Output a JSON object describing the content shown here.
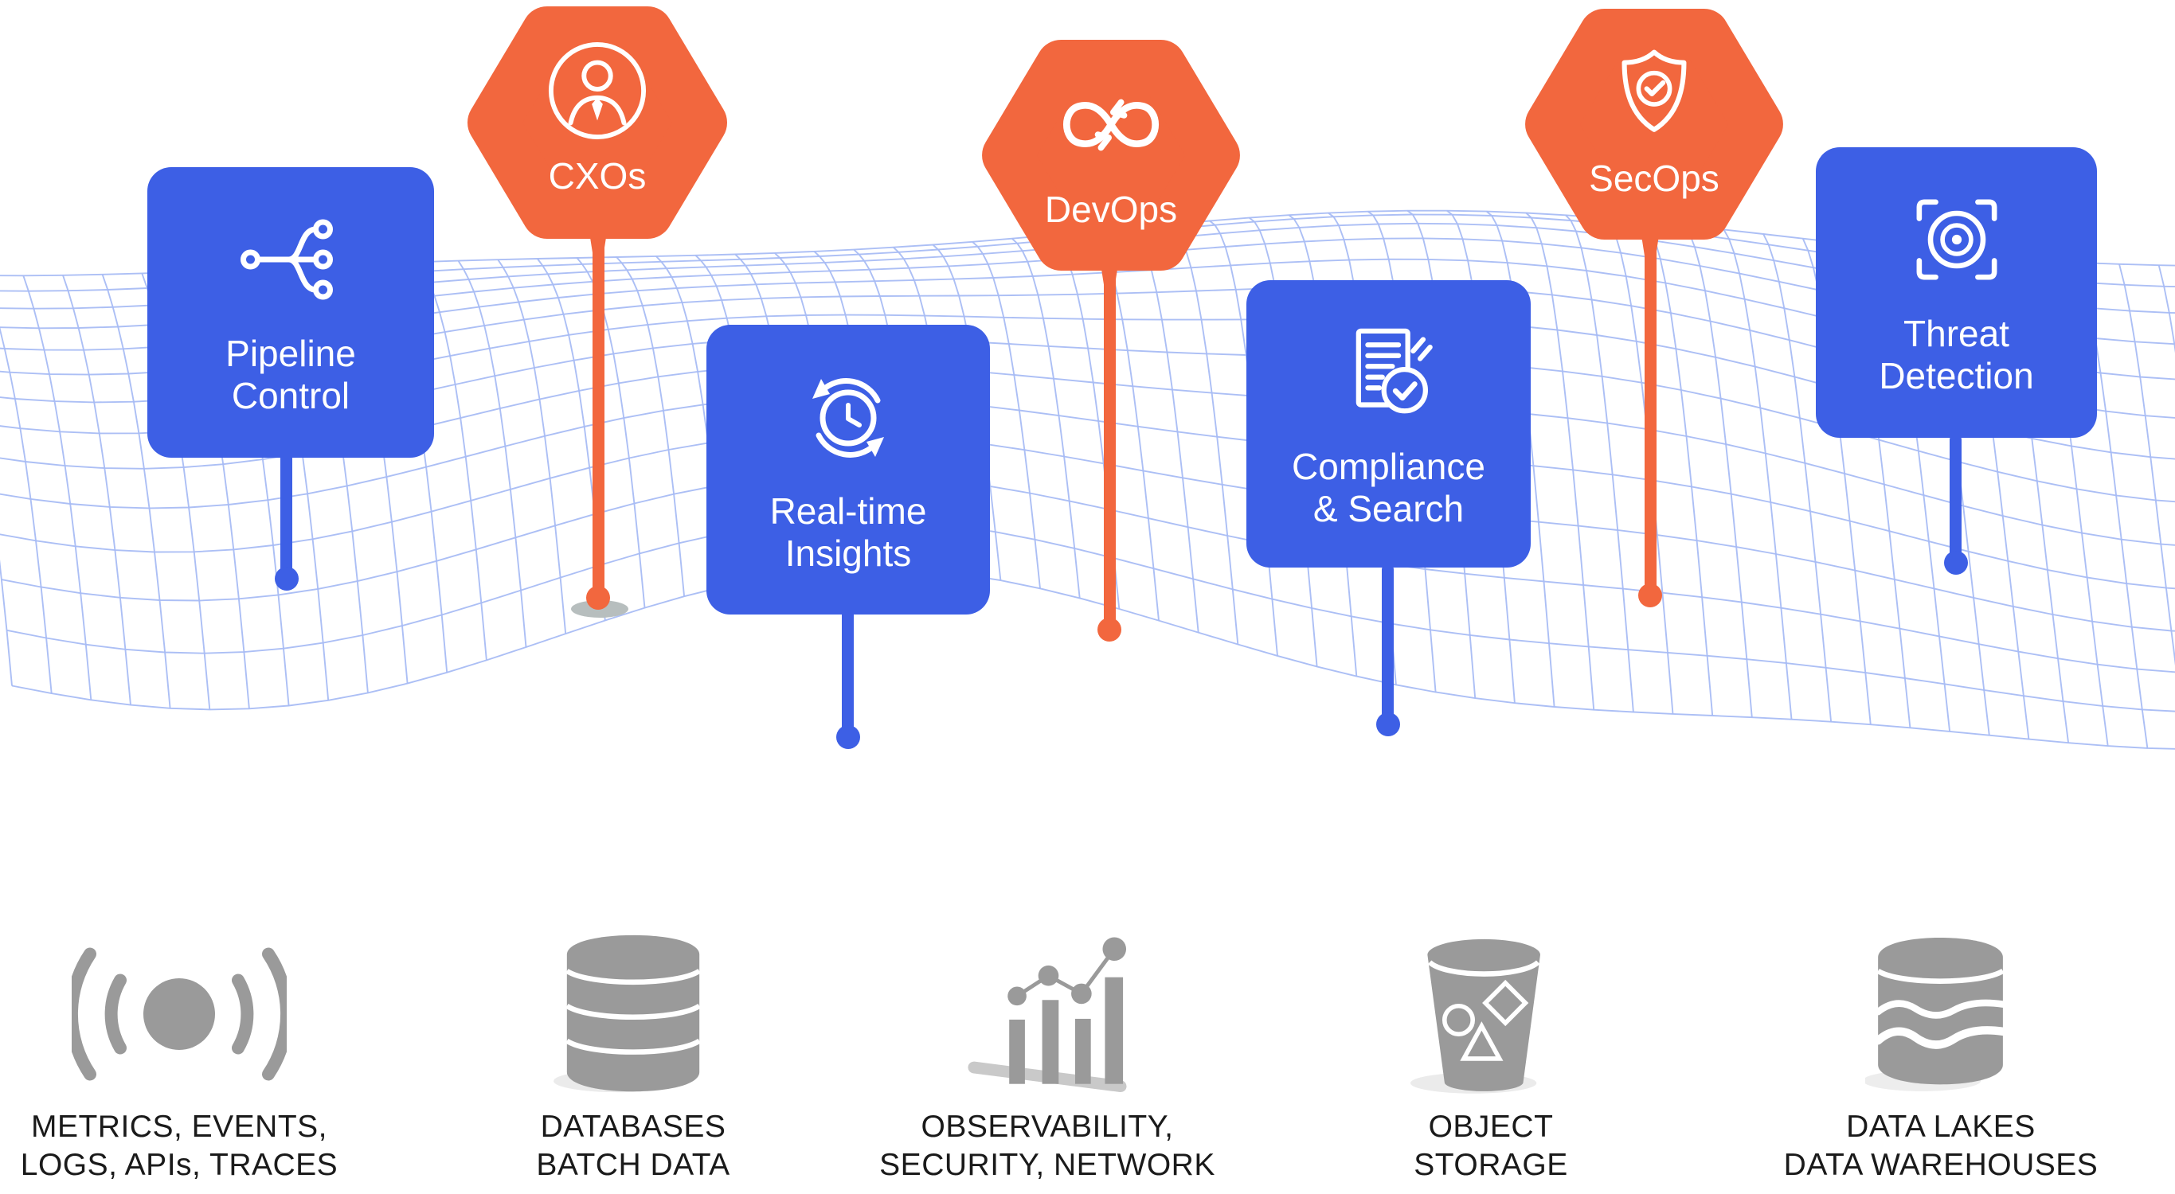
{
  "palette": {
    "blue": "#3D5FE5",
    "orange": "#F2673E",
    "mesh_line": "#A8BCF4",
    "icon_gray": "#9A9A9A",
    "label_text": "#1A1A1A",
    "card_text": "#FFFFFF"
  },
  "nodes": [
    {
      "type": "capability",
      "icon": "pipeline-branch-icon",
      "label_lines": [
        "Pipeline",
        "Control"
      ]
    },
    {
      "type": "persona",
      "icon": "executive-user-icon",
      "label": "CXOs"
    },
    {
      "type": "capability",
      "icon": "realtime-sync-clock-icon",
      "label_lines": [
        "Real-time",
        "Insights"
      ]
    },
    {
      "type": "persona",
      "icon": "devops-infinity-icon",
      "label": "DevOps"
    },
    {
      "type": "capability",
      "icon": "compliance-doc-check-icon",
      "label_lines": [
        "Compliance",
        "& Search"
      ]
    },
    {
      "type": "persona",
      "icon": "secops-shield-check-icon",
      "label": "SecOps"
    },
    {
      "type": "capability",
      "icon": "threat-detection-target-icon",
      "label_lines": [
        "Threat",
        "Detection"
      ]
    }
  ],
  "sources": [
    {
      "icon": "broadcast-signal-icon",
      "label_lines": [
        "METRICS, EVENTS,",
        "LOGS, APIs, TRACES"
      ]
    },
    {
      "icon": "database-cylinder-icon",
      "label_lines": [
        "DATABASES",
        "BATCH DATA"
      ]
    },
    {
      "icon": "bar-chart-trend-icon",
      "label_lines": [
        "OBSERVABILITY,",
        "SECURITY, NETWORK"
      ]
    },
    {
      "icon": "storage-bucket-icon",
      "label_lines": [
        "OBJECT",
        "STORAGE"
      ]
    },
    {
      "icon": "data-lake-cylinder-icon",
      "label_lines": [
        "DATA LAKES",
        "DATA WAREHOUSES"
      ]
    }
  ]
}
